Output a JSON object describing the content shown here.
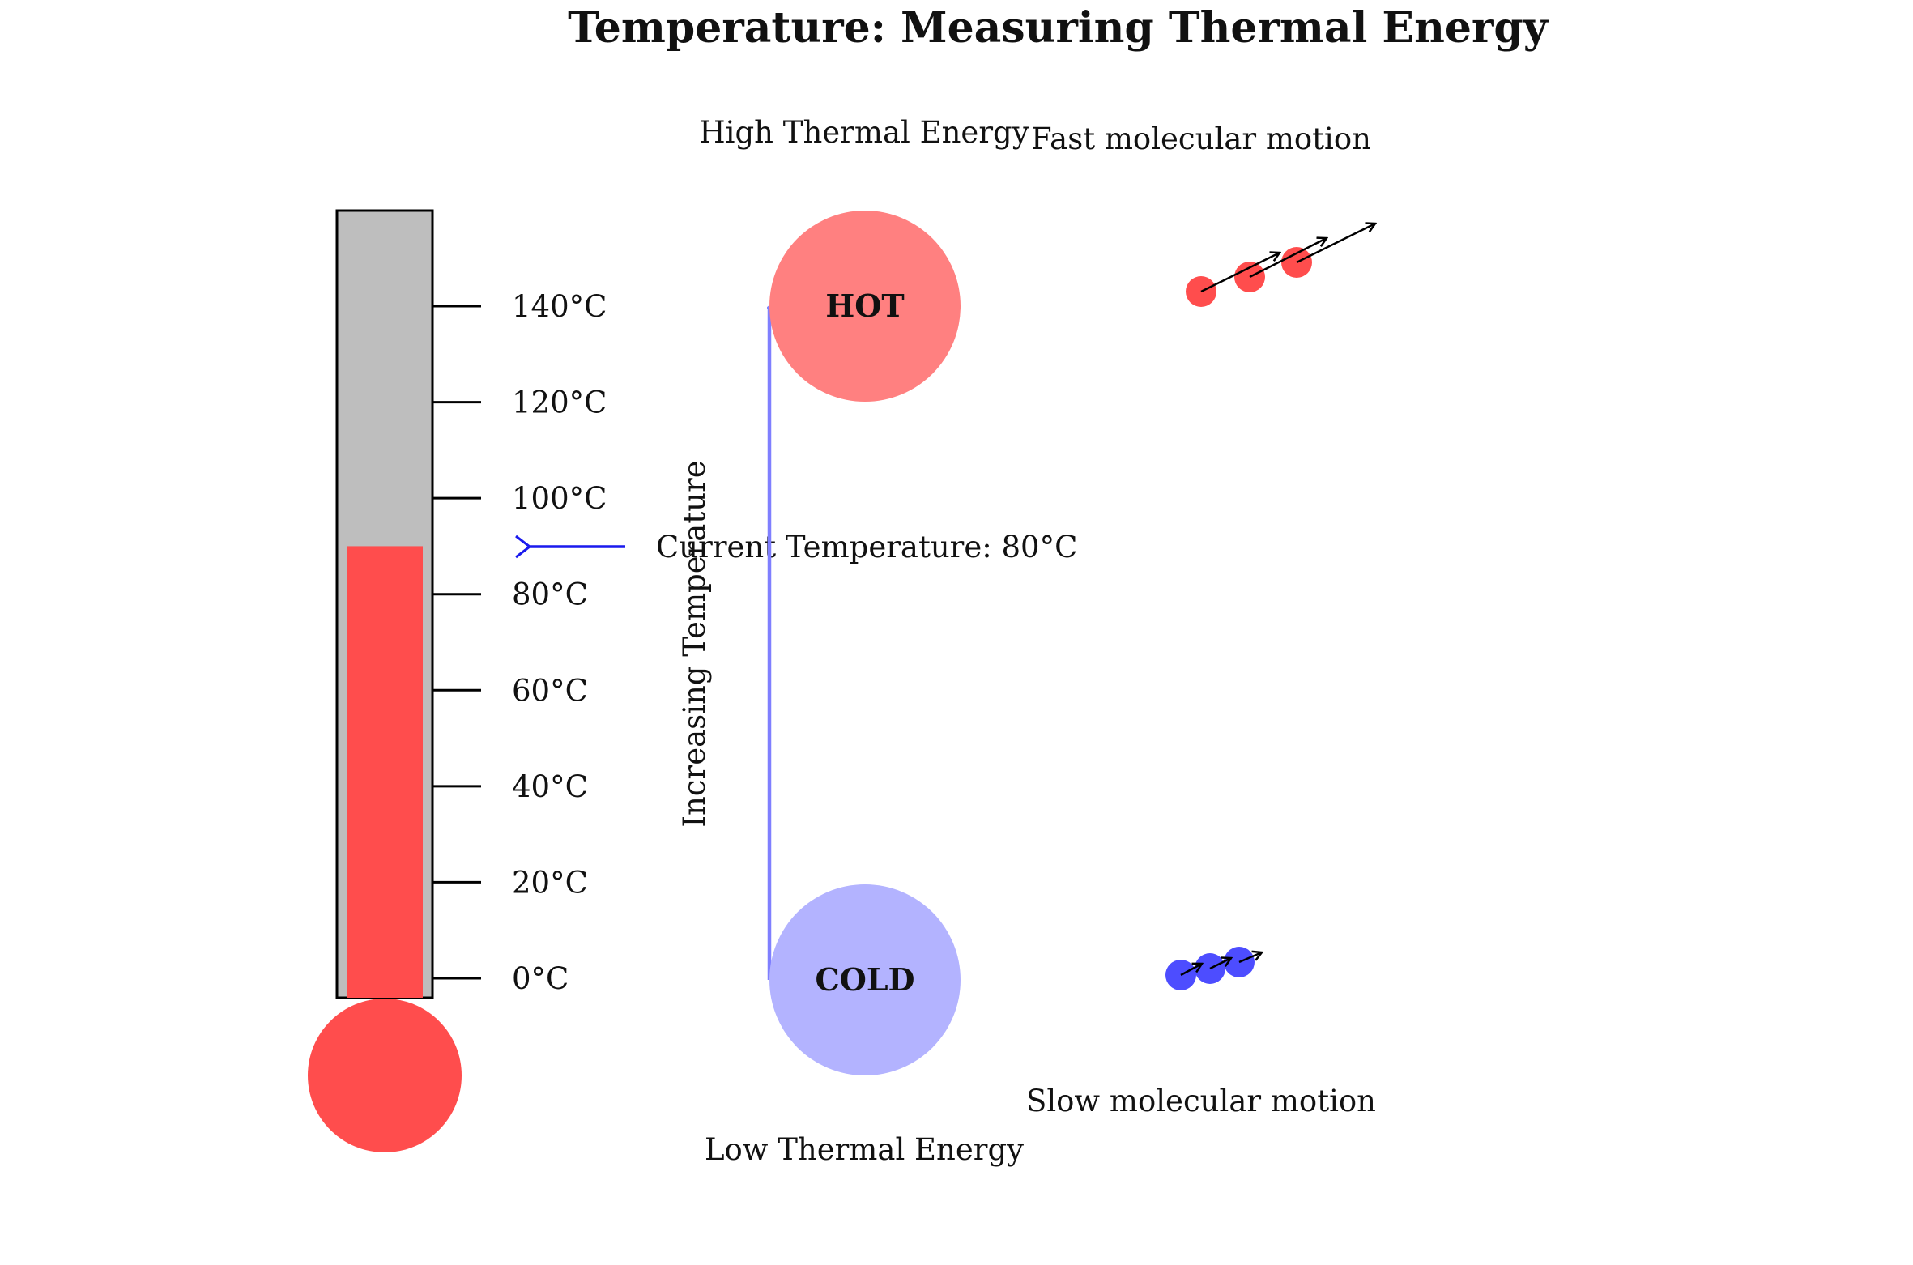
{
  "title": "Temperature: Measuring Thermal Energy",
  "thermometer": {
    "ticks": [
      "0°C",
      "20°C",
      "40°C",
      "60°C",
      "80°C",
      "100°C",
      "120°C",
      "140°C"
    ],
    "scale_min": 0,
    "scale_max": 140,
    "mercury_level_celsius": 90,
    "mercury_color": "#ff4d4d",
    "tube_color": "#bebebe"
  },
  "current_temperature": {
    "label": "Current Temperature: 80°C",
    "color": "#1a1aee"
  },
  "scale_arrow": {
    "label": "Increasing Temperature",
    "color": "#7f7fff"
  },
  "hot": {
    "label": "HOT",
    "caption": "High Thermal Energy",
    "color": "#ff8080"
  },
  "cold": {
    "label": "COLD",
    "caption": "Low Thermal Energy",
    "color": "#b3b3ff"
  },
  "molecules": {
    "fast_caption": "Fast molecular motion",
    "slow_caption": "Slow molecular motion",
    "fast_color": "#ff4d4d",
    "slow_color": "#4d4dff"
  }
}
